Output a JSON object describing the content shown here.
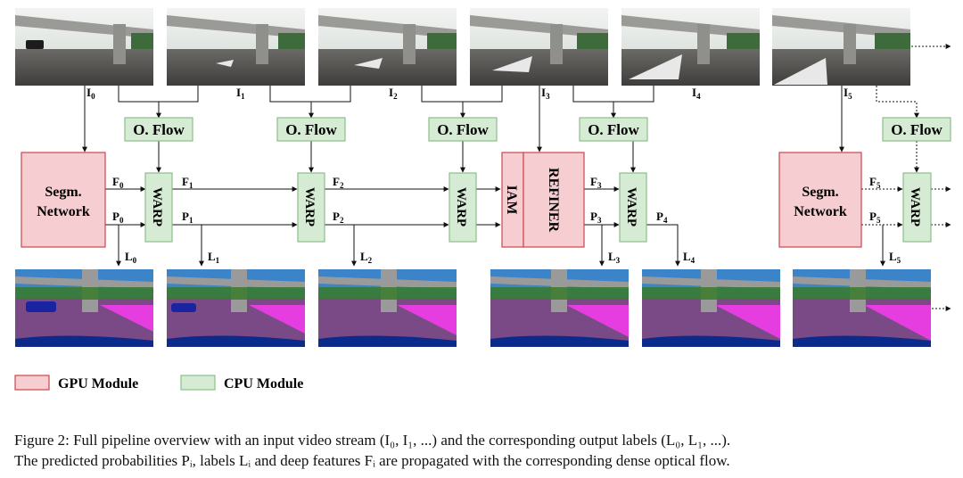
{
  "colors": {
    "gpu_fill": "#f6cdd0",
    "gpu_stroke": "#c9474f",
    "cpu_fill": "#d5ebd3",
    "cpu_stroke": "#8cbf88",
    "sky": "#e6ece8",
    "road": "#585654",
    "label_road": "#7a4a86",
    "label_sidewalk": "#e53de0",
    "label_sky": "#3b84c9",
    "label_pole": "#9a9a9a",
    "label_veg": "#3a7a2a",
    "label_car": "#1a24a0"
  },
  "nodes": {
    "optical_flow": "O. Flow",
    "warp": "WARP",
    "segm_line1": "Segm.",
    "segm_line2": "Network",
    "iam": "IAM",
    "refiner": "REFINER"
  },
  "labels": {
    "inputs": [
      {
        "base": "I",
        "sub": "0"
      },
      {
        "base": "I",
        "sub": "1"
      },
      {
        "base": "I",
        "sub": "2"
      },
      {
        "base": "I",
        "sub": "3"
      },
      {
        "base": "I",
        "sub": "4"
      },
      {
        "base": "I",
        "sub": "5"
      }
    ],
    "outputs": [
      {
        "base": "L",
        "sub": "0"
      },
      {
        "base": "L",
        "sub": "1"
      },
      {
        "base": "L",
        "sub": "2"
      },
      {
        "base": "L",
        "sub": "3"
      },
      {
        "base": "L",
        "sub": "4"
      },
      {
        "base": "L",
        "sub": "5"
      }
    ],
    "f0": {
      "base": "F",
      "sub": "0"
    },
    "p0": {
      "base": "P",
      "sub": "0"
    },
    "f1": {
      "base": "F",
      "sub": "1"
    },
    "p1": {
      "base": "P",
      "sub": "1"
    },
    "f2": {
      "base": "F",
      "sub": "2"
    },
    "p2": {
      "base": "P",
      "sub": "2"
    },
    "f3": {
      "base": "F",
      "sub": "3"
    },
    "p3": {
      "base": "P",
      "sub": "3"
    },
    "p4": {
      "base": "P",
      "sub": "4"
    },
    "f5": {
      "base": "F",
      "sub": "5"
    },
    "p5": {
      "base": "P",
      "sub": "5"
    }
  },
  "legend": {
    "gpu": "GPU Module",
    "cpu": "CPU Module"
  },
  "caption": {
    "line1": "Figure 2: Full pipeline overview with an input video stream (I₀, I₁, ...) and the corresponding output labels (L₀, L₁, ...).",
    "line2": "The predicted probabilities Pᵢ, labels Lᵢ and deep features Fᵢ are propagated with the corresponding dense optical flow."
  }
}
